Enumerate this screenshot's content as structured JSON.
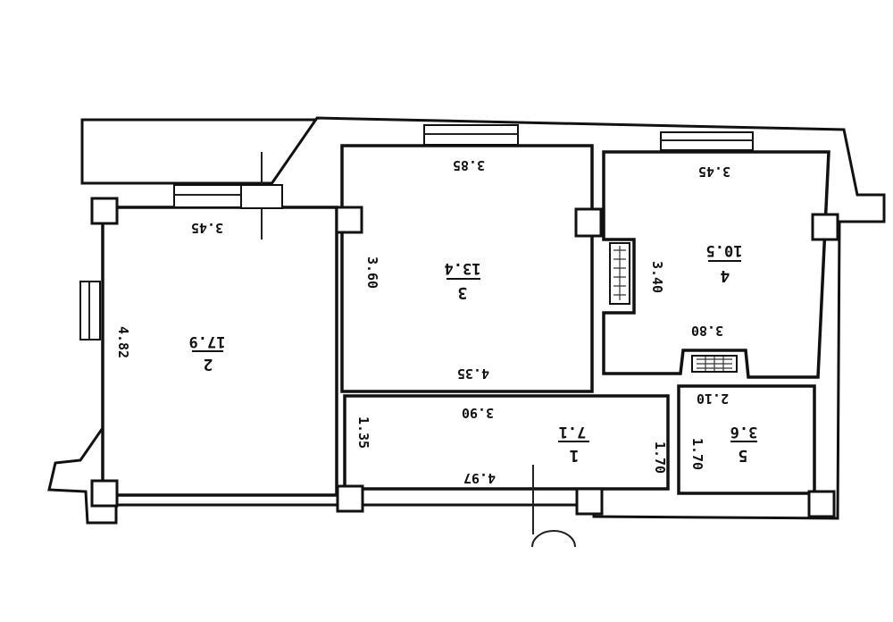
{
  "rooms": [
    {
      "number": "1",
      "area": "7.1",
      "dim_top": "3.90",
      "dim_bottom": "4.97",
      "dim_left": "1.35",
      "dim_right": "1.70"
    },
    {
      "number": "2",
      "area": "17.9",
      "dim_top": "3.45",
      "dim_left": "4.82"
    },
    {
      "number": "3",
      "area": "13.4",
      "dim_top": "3.85",
      "dim_bottom": "4.35",
      "dim_left": "3.60"
    },
    {
      "number": "4",
      "area": "10.5",
      "dim_top": "3.45",
      "dim_bottom": "3.80",
      "dim_left": "3.40"
    },
    {
      "number": "5",
      "area": "3.6",
      "dim_top": "2.10",
      "dim_left": "1.70"
    }
  ],
  "stamp": "###"
}
